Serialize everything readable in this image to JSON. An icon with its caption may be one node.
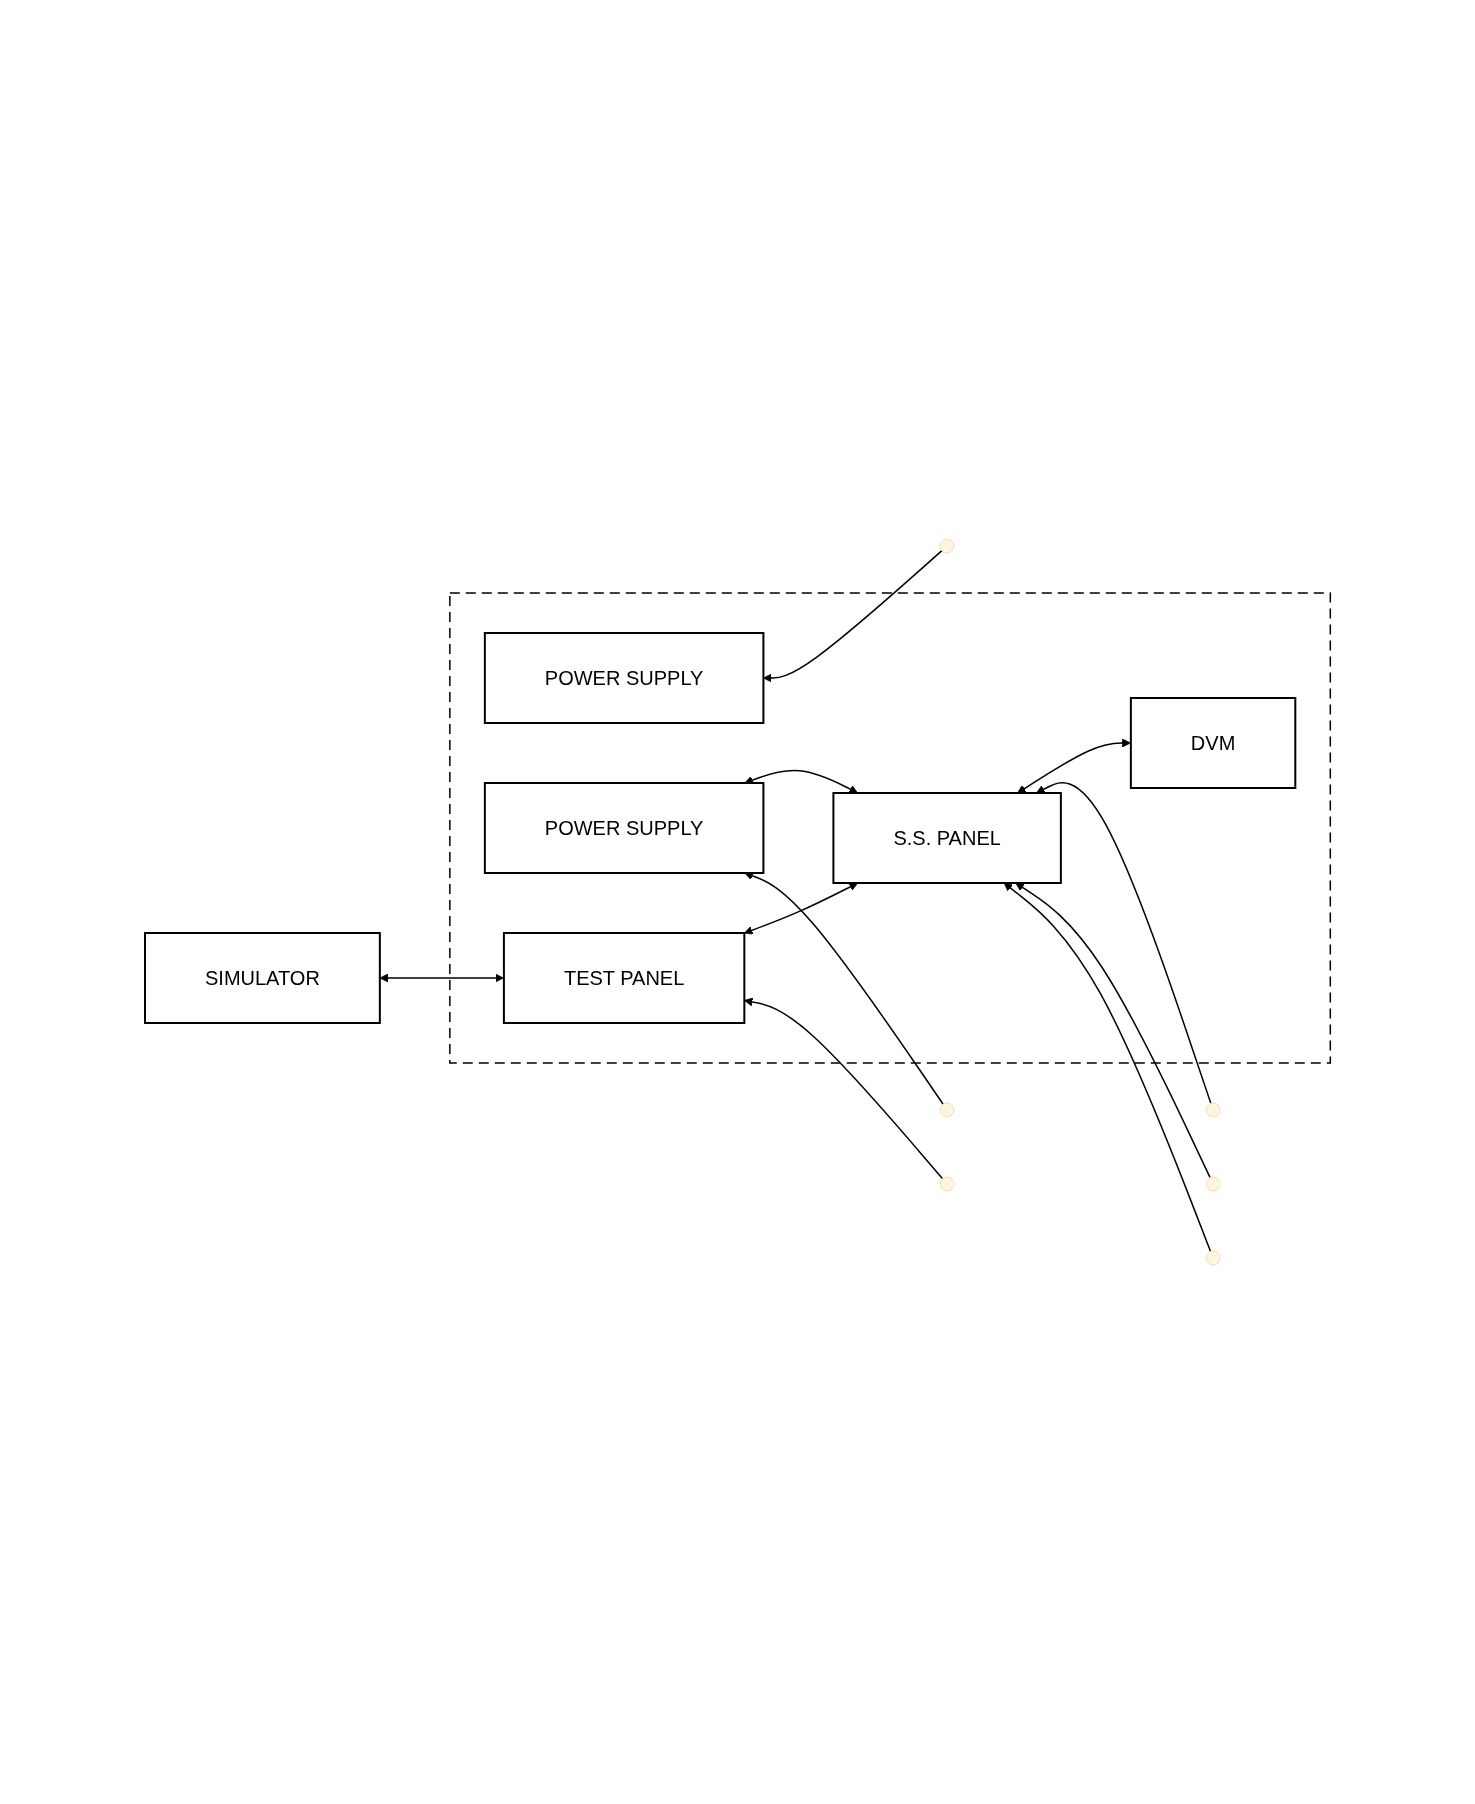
{
  "diagram": {
    "nodes": [
      {
        "text": [],
        "shape": "box"
      },
      {
        "text": [
          "DVM"
        ],
        "in": 0
      },
      {
        "text": [
          "POWER SUPPLY"
        ],
        "in": 0
      },
      {
        "text": [
          "S.S. PANEL"
        ],
        "in": 0
      },
      {
        "text": [
          "SIMULATOR"
        ]
      },
      {
        "text": [
          "POWER SUPPLY"
        ],
        "in": 0
      },
      {
        "text": [
          "TEST PANEL"
        ],
        "in": 0
      }
    ],
    "edges": [
      {
        "from": 1,
        "to": 3,
        "arrow": "both"
      },
      {
        "from": null,
        "to": 2,
        "arrow": "to"
      },
      {
        "from": null,
        "to": 3,
        "arrow": "to"
      },
      {
        "from": 3,
        "to": 5,
        "arrow": "both"
      },
      {
        "from": 3,
        "to": 6,
        "arrow": "both"
      },
      {
        "from": null,
        "to": 3,
        "arrow": "to"
      },
      {
        "from": null,
        "to": 3,
        "arrow": "to"
      },
      {
        "from": 6,
        "to": 4,
        "arrow": "both"
      },
      {
        "from": null,
        "to": 6,
        "arrow": "to"
      },
      {
        "from": null,
        "to": 5,
        "arrow": "to"
      }
    ]
  }
}
